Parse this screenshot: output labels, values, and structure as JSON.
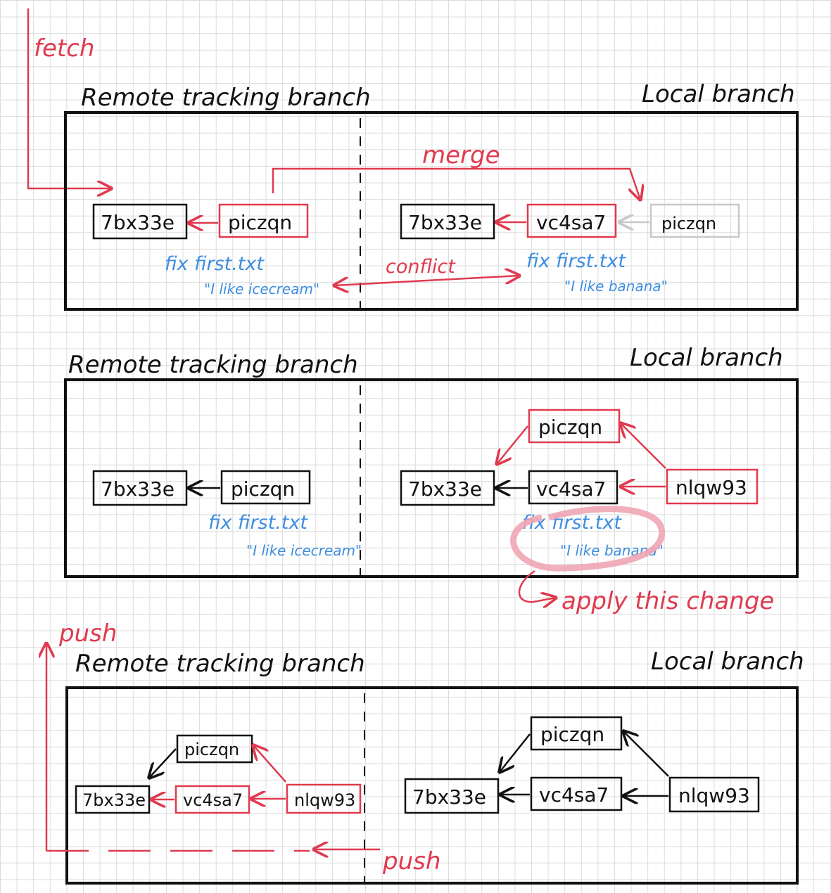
{
  "colors": {
    "ink": "#111111",
    "red": "#e03a4e",
    "blue": "#3d8ee0",
    "grey": "#c8c8c8",
    "highlight": "#f0a5b4"
  },
  "headers": {
    "remote": "Remote tracking branch",
    "local": "Local branch"
  },
  "commits": {
    "base": "7bx33e",
    "remote": "piczqn",
    "local": "vc4sa7",
    "merge": "nlqw93"
  },
  "notes": {
    "fix_file": "fix first.txt",
    "remote_content": "\"I like icecream\"",
    "local_content": "\"I like banana\""
  },
  "actions": {
    "fetch": "fetch",
    "merge": "merge",
    "conflict": "conflict",
    "apply": "apply this change",
    "push": "push"
  }
}
